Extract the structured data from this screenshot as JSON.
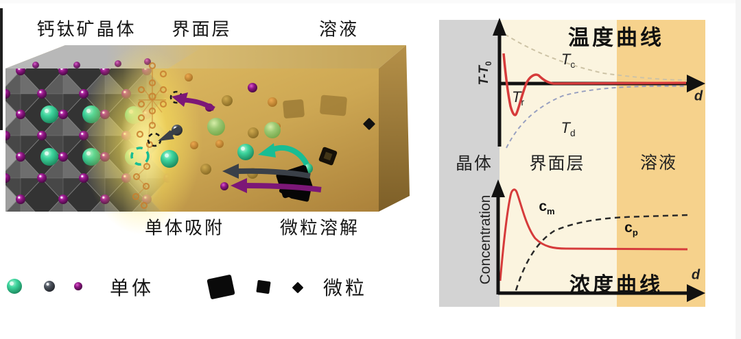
{
  "left_panel": {
    "region_labels": {
      "crystal": "钙钛矿晶体",
      "interface": "界面层",
      "solution": "溶液"
    },
    "process_labels": {
      "adsorption": "单体吸附",
      "dissolution": "微粒溶解"
    },
    "legend": {
      "monomer": "单体",
      "particle": "微粒"
    },
    "icons": {
      "monomer_icons": [
        "green-sphere-icon",
        "gray-sphere-icon",
        "purple-sphere-icon"
      ],
      "particle_icons": [
        "large-black-cube-icon",
        "medium-black-cube-icon",
        "small-black-diamond-icon"
      ]
    },
    "colors": {
      "crystal_gray": "#9e9e9e",
      "solution_gold": "#cda753",
      "interface_glow": "#ffe85c",
      "a_site_green": "#3ed69e",
      "x_site_purple": "#8e1583",
      "arrow_purple": "#7c1777",
      "arrow_dark": "#3a4048",
      "arrow_teal": "#18bd93"
    }
  },
  "right_panel": {
    "temperature": {
      "title": "温度曲线",
      "y_label_base": "T-T",
      "y_label_sub": "0",
      "x_label": "d",
      "tc_base": "T",
      "tc_sub": "c",
      "tr_base": "T",
      "tr_sub": "r",
      "td_base": "T",
      "td_sub": "d"
    },
    "concentration": {
      "title": "浓度曲线",
      "y_label": "Concentration",
      "x_label": "d",
      "cm_base": "c",
      "cm_sub": "m",
      "cp_base": "c",
      "cp_sub": "p"
    },
    "region_labels": {
      "crystal": "晶体",
      "interface": "界面层",
      "solution": "溶液"
    },
    "colors": {
      "crystal_band": "#d3d3d3",
      "interface_band": "#fbf4df",
      "solution_band": "#f6d28c",
      "solid_red": "#d63b3b",
      "tc_dash": "#cdc3a6",
      "td_dash": "#98a0c0",
      "cp_dash": "#2a2a2a",
      "axis_black": "#111111"
    }
  },
  "chart_data": [
    {
      "type": "line",
      "title": "温度曲线",
      "xlabel": "d",
      "ylabel": "T-T0",
      "region_bands": [
        "晶体",
        "界面层",
        "溶液"
      ],
      "grid": false,
      "series": [
        {
          "name": "T (measured, solid red)",
          "style": "solid",
          "color": "#d63b3b",
          "x_norm": [
            0.02,
            0.05,
            0.07,
            0.09,
            0.12,
            0.16,
            0.2,
            0.28,
            0.5,
            1.0
          ],
          "y_norm": [
            0.55,
            0.2,
            -0.25,
            -0.55,
            -0.3,
            0.14,
            0.02,
            0.0,
            0.0,
            0.0
          ]
        },
        {
          "name": "Tc (dashed tan)",
          "style": "dashed",
          "color": "#cdc3a6",
          "x_norm": [
            0.03,
            0.15,
            0.35,
            0.6,
            1.0
          ],
          "y_norm": [
            0.9,
            0.45,
            0.18,
            0.08,
            0.05
          ]
        },
        {
          "name": "Td (dashed blue-gray)",
          "style": "dashed",
          "color": "#98a0c0",
          "x_norm": [
            0.04,
            0.15,
            0.35,
            0.6,
            1.0
          ],
          "y_norm": [
            -1.1,
            -0.55,
            -0.2,
            -0.07,
            -0.05
          ]
        }
      ]
    },
    {
      "type": "line",
      "title": "浓度曲线",
      "xlabel": "d",
      "ylabel": "Concentration",
      "region_bands": [
        "晶体",
        "界面层",
        "溶液"
      ],
      "grid": false,
      "series": [
        {
          "name": "cm (monomer, solid red)",
          "style": "solid",
          "color": "#d63b3b",
          "x_norm": [
            0.01,
            0.06,
            0.09,
            0.13,
            0.2,
            0.35,
            1.0
          ],
          "y_norm": [
            0.12,
            0.75,
            0.95,
            0.6,
            0.46,
            0.41,
            0.4
          ]
        },
        {
          "name": "cp (particle, dashed black)",
          "style": "dashed",
          "color": "#2a2a2a",
          "x_norm": [
            0.09,
            0.18,
            0.3,
            0.5,
            0.8,
            1.0
          ],
          "y_norm": [
            0.02,
            0.3,
            0.52,
            0.66,
            0.7,
            0.72
          ]
        }
      ]
    }
  ]
}
